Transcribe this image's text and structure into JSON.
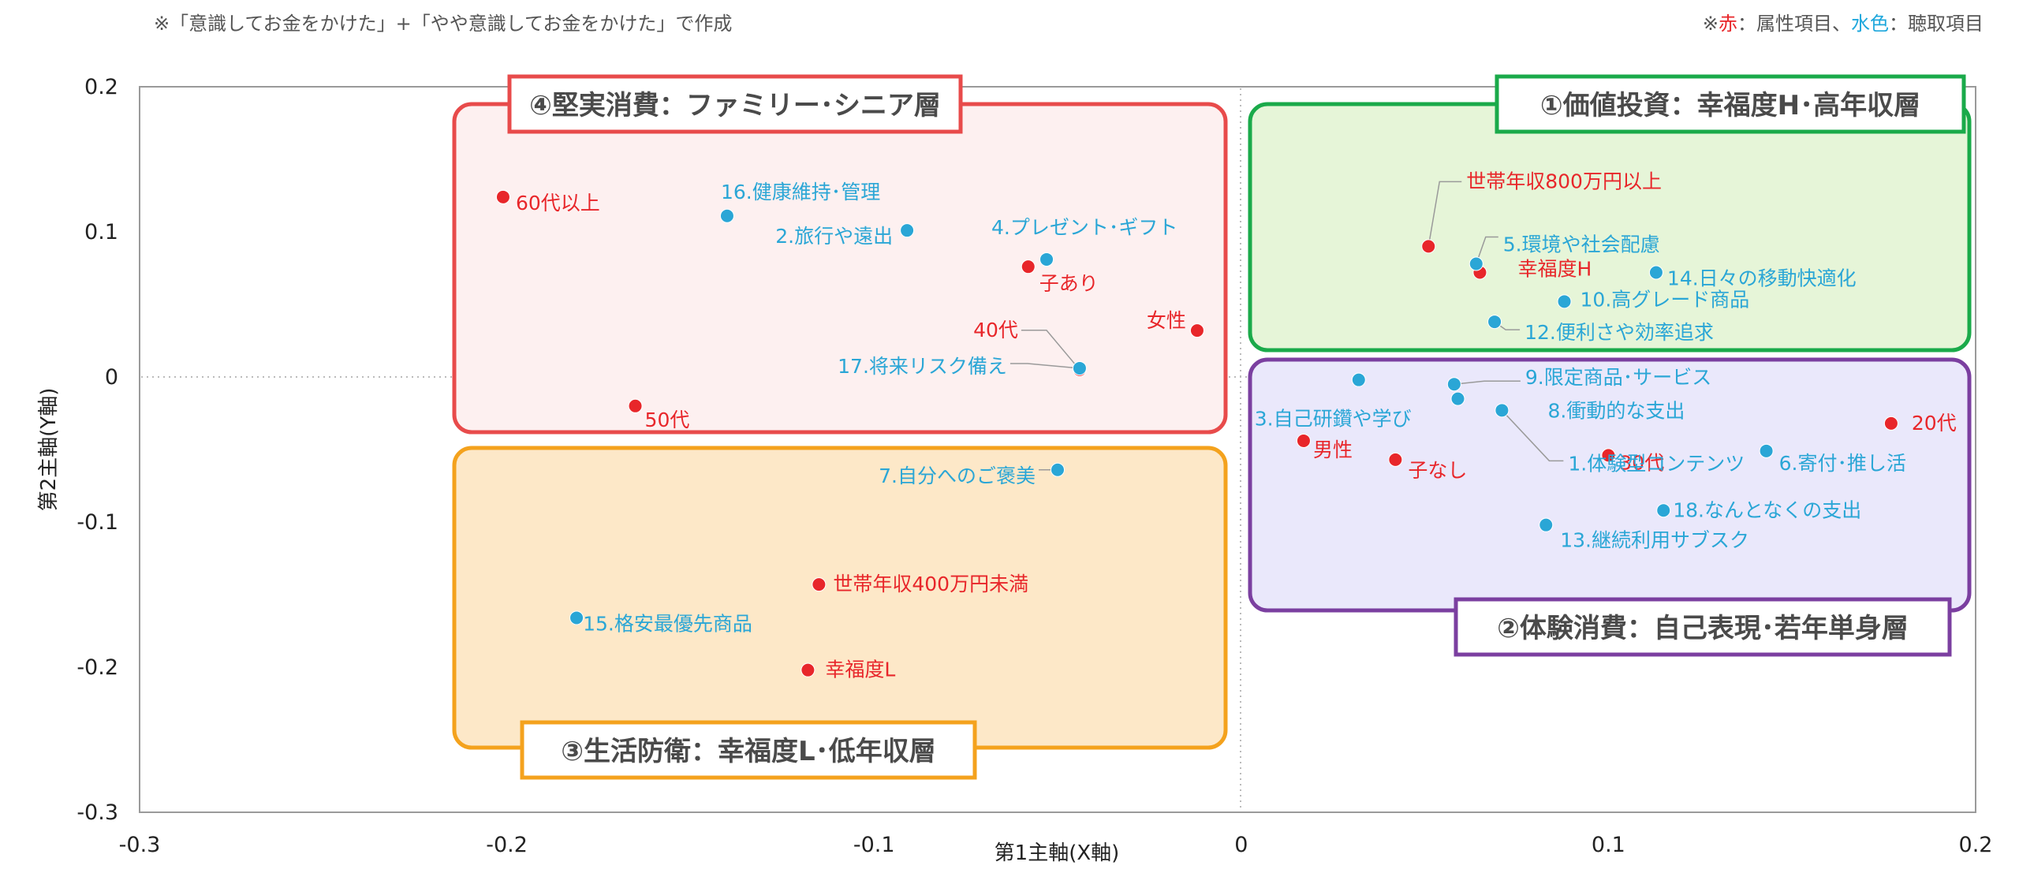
{
  "notes": {
    "left": "※「意識してお金をかけた」+「やや意識してお金をかけた」で作成",
    "right_prefix": "※",
    "right_red": "赤",
    "right_mid": "：属性項目、",
    "right_cyan": "水色",
    "right_suffix": "：聴取項目"
  },
  "colors": {
    "attribute": "#e8262a",
    "question": "#2aa6d6",
    "q1": "#1aaa4a",
    "q2": "#7b3fa0",
    "q3": "#f4a21d",
    "q4": "#e84b4b"
  },
  "chart_data": {
    "type": "scatter",
    "xlabel": "第1主軸(X軸)",
    "ylabel": "第2主軸(Y軸)",
    "xlim": [
      -0.3,
      0.2
    ],
    "ylim": [
      -0.3,
      0.2
    ],
    "xticks": [
      "-0.3",
      "-0.2",
      "-0.1",
      "0",
      "0.1",
      "0.2"
    ],
    "yticks": [
      "0.2",
      "0.1",
      "0",
      "-0.1",
      "-0.2",
      "-0.3"
    ],
    "grid": "dotted zero lines",
    "quadrants": [
      {
        "id": "q1",
        "title": "①価値投資：幸福度H･高年収層"
      },
      {
        "id": "q2",
        "title": "②体験消費：自己表現･若年単身層"
      },
      {
        "id": "q3",
        "title": "③生活防衛：幸福度L･低年収層"
      },
      {
        "id": "q4",
        "title": "④堅実消費：ファミリー･シニア層"
      }
    ],
    "series": [
      {
        "name": "属性項目",
        "points": [
          {
            "label": "60代以上",
            "x": -0.201,
            "y": 0.124
          },
          {
            "label": "子あり",
            "x": -0.058,
            "y": 0.076
          },
          {
            "label": "40代",
            "x": -0.044,
            "y": 0.005
          },
          {
            "label": "女性",
            "x": -0.012,
            "y": 0.032
          },
          {
            "label": "50代",
            "x": -0.165,
            "y": -0.02
          },
          {
            "label": "世帯年収800万円以上",
            "x": 0.051,
            "y": 0.09
          },
          {
            "label": "幸福度H",
            "x": 0.065,
            "y": 0.072
          },
          {
            "label": "20代",
            "x": 0.177,
            "y": -0.032
          },
          {
            "label": "男性",
            "x": 0.017,
            "y": -0.044
          },
          {
            "label": "子なし",
            "x": 0.042,
            "y": -0.057
          },
          {
            "label": "30代",
            "x": 0.1,
            "y": -0.054
          },
          {
            "label": "世帯年収400万円未満",
            "x": -0.115,
            "y": -0.143
          },
          {
            "label": "幸福度L",
            "x": -0.118,
            "y": -0.202
          }
        ]
      },
      {
        "name": "聴取項目",
        "points": [
          {
            "label": "16.健康維持･管理",
            "x": -0.14,
            "y": 0.111
          },
          {
            "label": "2.旅行や遠出",
            "x": -0.091,
            "y": 0.101
          },
          {
            "label": "4.プレゼント･ギフト",
            "x": -0.053,
            "y": 0.081
          },
          {
            "label": "17.将来リスク備え",
            "x": -0.044,
            "y": 0.006
          },
          {
            "label": "7.自分へのご褒美",
            "x": -0.05,
            "y": -0.064
          },
          {
            "label": "15.格安最優先商品",
            "x": -0.181,
            "y": -0.166
          },
          {
            "label": "5.環境や社会配慮",
            "x": 0.064,
            "y": 0.078
          },
          {
            "label": "14.日々の移動快適化",
            "x": 0.113,
            "y": 0.072
          },
          {
            "label": "10.高グレード商品",
            "x": 0.088,
            "y": 0.052
          },
          {
            "label": "12.便利さや効率追求",
            "x": 0.069,
            "y": 0.038
          },
          {
            "label": "3.自己研鑽や学び",
            "x": 0.032,
            "y": -0.002
          },
          {
            "label": "9.限定商品･サービス",
            "x": 0.058,
            "y": -0.005
          },
          {
            "label": "8.衝動的な支出",
            "x": 0.059,
            "y": -0.015
          },
          {
            "label": "1.体験型コンテンツ",
            "x": 0.071,
            "y": -0.023
          },
          {
            "label": "6.寄付･推し活",
            "x": 0.143,
            "y": -0.051
          },
          {
            "label": "18.なんとなくの支出",
            "x": 0.115,
            "y": -0.092
          },
          {
            "label": "13.継続利用サブスク",
            "x": 0.083,
            "y": -0.102
          }
        ]
      }
    ]
  }
}
